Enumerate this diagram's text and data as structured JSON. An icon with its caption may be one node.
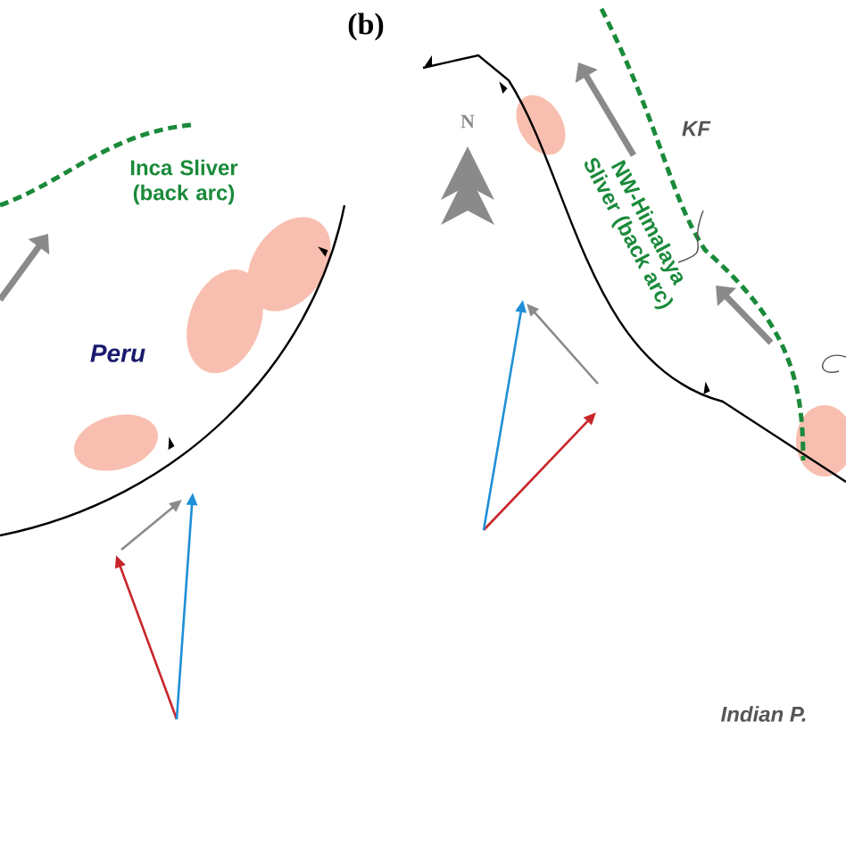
{
  "diagram": {
    "labels": [
      "(b)",
      "Inca Sliver (back arc)",
      "Peru",
      "N",
      "NW-Himalaya Sliver (back arc)",
      "KF",
      "Indian P."
    ]
  }
}
